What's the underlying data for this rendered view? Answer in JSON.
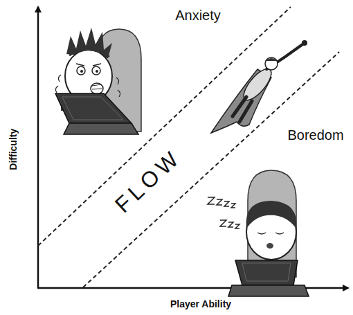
{
  "diagram": {
    "labels": [
      "Anxiety",
      "Difficulty",
      "FLOW",
      "Boredom",
      "Player Ability"
    ]
  }
}
